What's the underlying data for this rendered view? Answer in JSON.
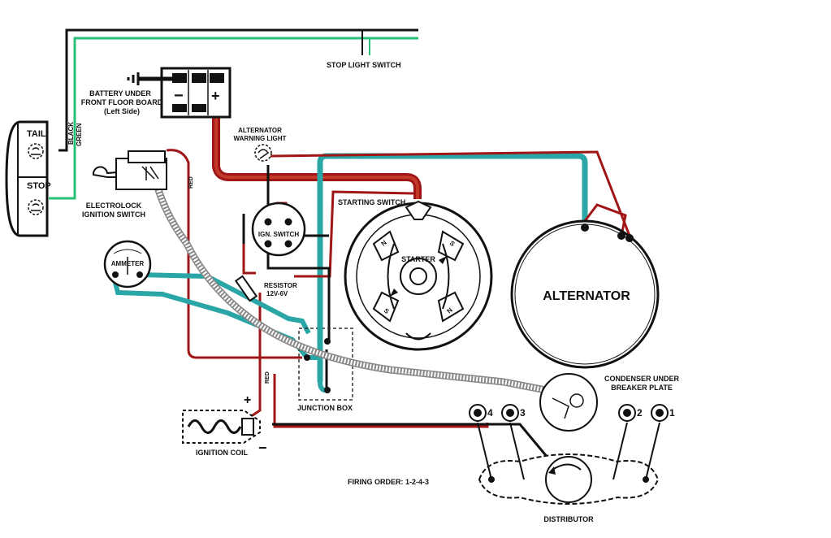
{
  "labels": {
    "tail": "TAIL",
    "stop": "STOP",
    "black": "BLACK",
    "green": "GREEN",
    "stop_light_switch": "STOP LIGHT SWITCH",
    "battery_line1": "BATTERY UNDER",
    "battery_line2": "FRONT FLOOR BOARD",
    "battery_line3": "(Left Side)",
    "battery_minus": "−",
    "battery_plus": "+",
    "alt_warning_line1": "ALTERNATOR",
    "alt_warning_line2": "WARNING LIGHT",
    "electrolock_line1": "ELECTROLOCK",
    "electrolock_line2": "IGNITION SWITCH",
    "red_wire_1": "RED",
    "red_wire_2": "RED",
    "ign_switch": "IGN. SWITCH",
    "starting_switch": "STARTING SWITCH",
    "ammeter": "AMMETER",
    "resistor_line1": "RESISTOR",
    "resistor_line2": "12V-6V",
    "starter": "STARTER",
    "alternator": "ALTERNATOR",
    "junction_box": "JUNCTION BOX",
    "condenser_line1": "CONDENSER UNDER",
    "condenser_line2": "BREAKER PLATE",
    "coil_plus": "+",
    "coil_minus": "−",
    "ignition_coil": "IGNITION COIL",
    "firing_order": "FIRING ORDER: 1-2-4-3",
    "distributor": "DISTRIBUTOR",
    "plug_4": "4",
    "plug_3": "3",
    "plug_2": "2",
    "plug_1": "1",
    "pole_n1": "N",
    "pole_s1": "S",
    "pole_n2": "N",
    "pole_s2": "S"
  },
  "colors": {
    "red_wire": "#a01515",
    "teal_wire": "#2aa6a6",
    "green_wire": "#2ac07a",
    "black_wire": "#111111"
  }
}
